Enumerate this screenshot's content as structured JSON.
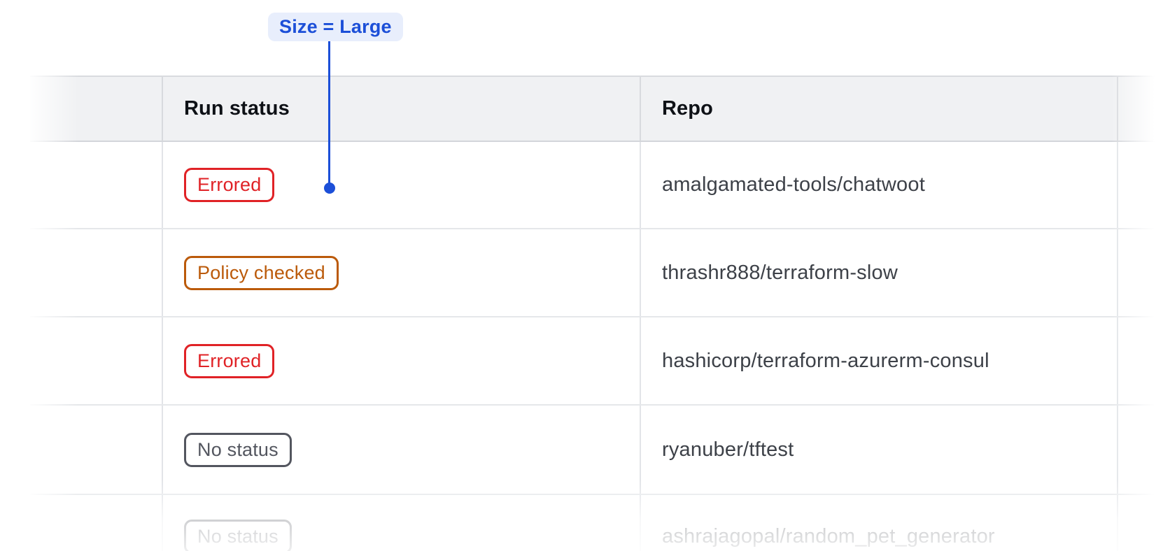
{
  "annotation": {
    "label": "Size = Large",
    "accent_color": "#1c4fd8",
    "pill_bg_color": "#e8eefc"
  },
  "table": {
    "columns": [
      {
        "label": ""
      },
      {
        "label": "Run status"
      },
      {
        "label": "Repo"
      },
      {
        "label": ""
      }
    ],
    "rows": [
      {
        "status": "Errored",
        "status_type": "critical",
        "repo": "amalgamated-tools/chatwoot"
      },
      {
        "status": "Policy checked",
        "status_type": "warning",
        "repo": "thrashr888/terraform-slow"
      },
      {
        "status": "Errored",
        "status_type": "critical",
        "repo": "hashicorp/terraform-azurerm-consul"
      },
      {
        "status": "No status",
        "status_type": "neutral",
        "repo": "ryanuber/tftest"
      },
      {
        "status": "No status",
        "status_type": "neutral",
        "repo": "ashrajagopal/random_pet_generator"
      }
    ],
    "status_colors": {
      "critical": "#e02226",
      "warning": "#bb5a0a",
      "neutral": "#53565f"
    },
    "header_bg_color": "#f0f1f3",
    "body_text_color": "#3d4148"
  }
}
